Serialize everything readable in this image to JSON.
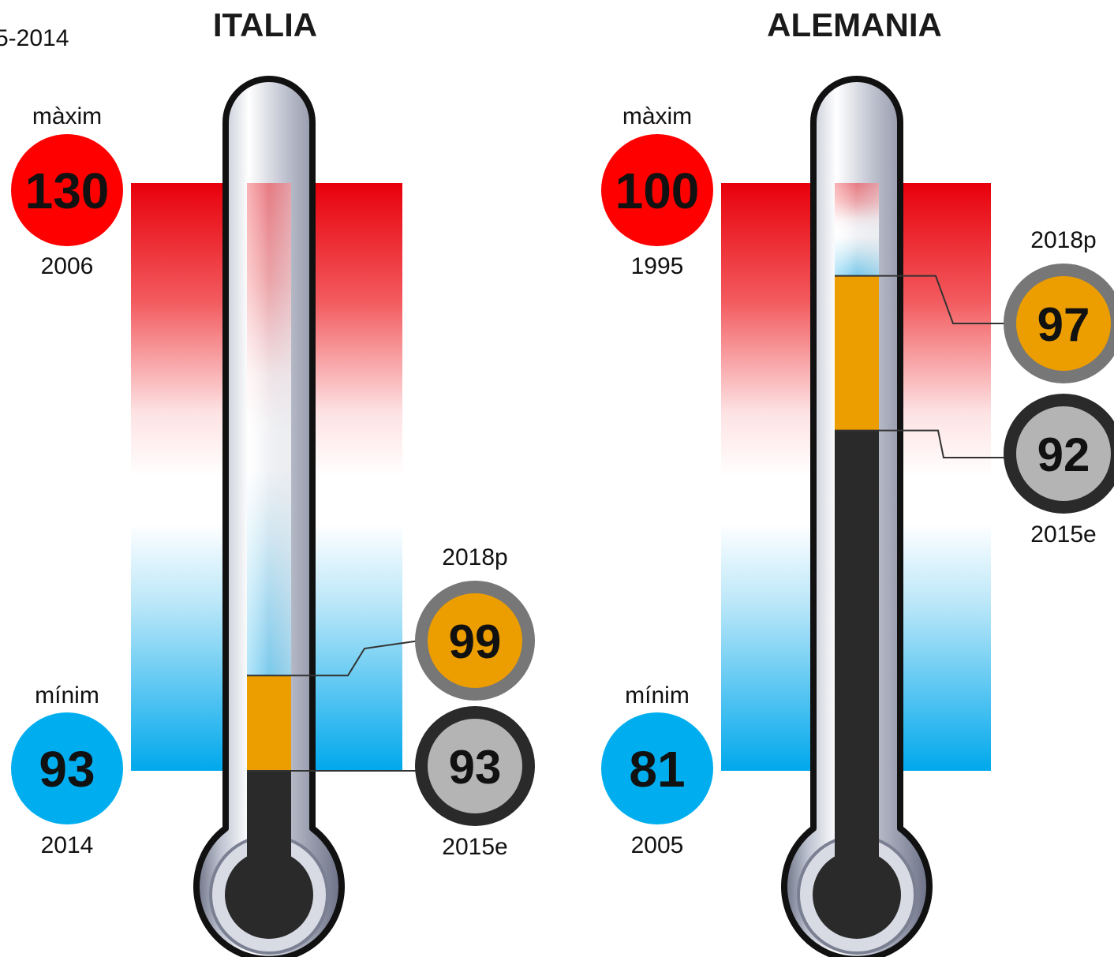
{
  "header_fragment": "5-2014",
  "colors": {
    "max_circle": "#ff0000",
    "min_circle": "#00aeef",
    "proj_fill": "#ec9d00",
    "proj_ring": "#777777",
    "proj_text": "#7a7a7a",
    "est_fill": "#b4b4b4",
    "est_ring": "#2a2a2a",
    "mercury": "#2a2a2a",
    "tube_border": "#111111"
  },
  "chart_data": [
    {
      "type": "thermometer",
      "title": "ITALIA",
      "scale": {
        "min": 93,
        "max": 130
      },
      "max": {
        "label": "màxim",
        "value": "130",
        "year": "2006"
      },
      "min": {
        "label": "mínim",
        "value": "93",
        "year": "2014"
      },
      "projection": {
        "label": "2018p",
        "value": "99"
      },
      "estimate": {
        "label": "2015e",
        "value": "93"
      }
    },
    {
      "type": "thermometer",
      "title": "ALEMANIA",
      "scale": {
        "min": 81,
        "max": 100
      },
      "max": {
        "label": "màxim",
        "value": "100",
        "year": "1995"
      },
      "min": {
        "label": "mínim",
        "value": "81",
        "year": "2005"
      },
      "projection": {
        "label": "2018p",
        "value": "97"
      },
      "estimate": {
        "label": "2015e",
        "value": "92"
      }
    }
  ]
}
